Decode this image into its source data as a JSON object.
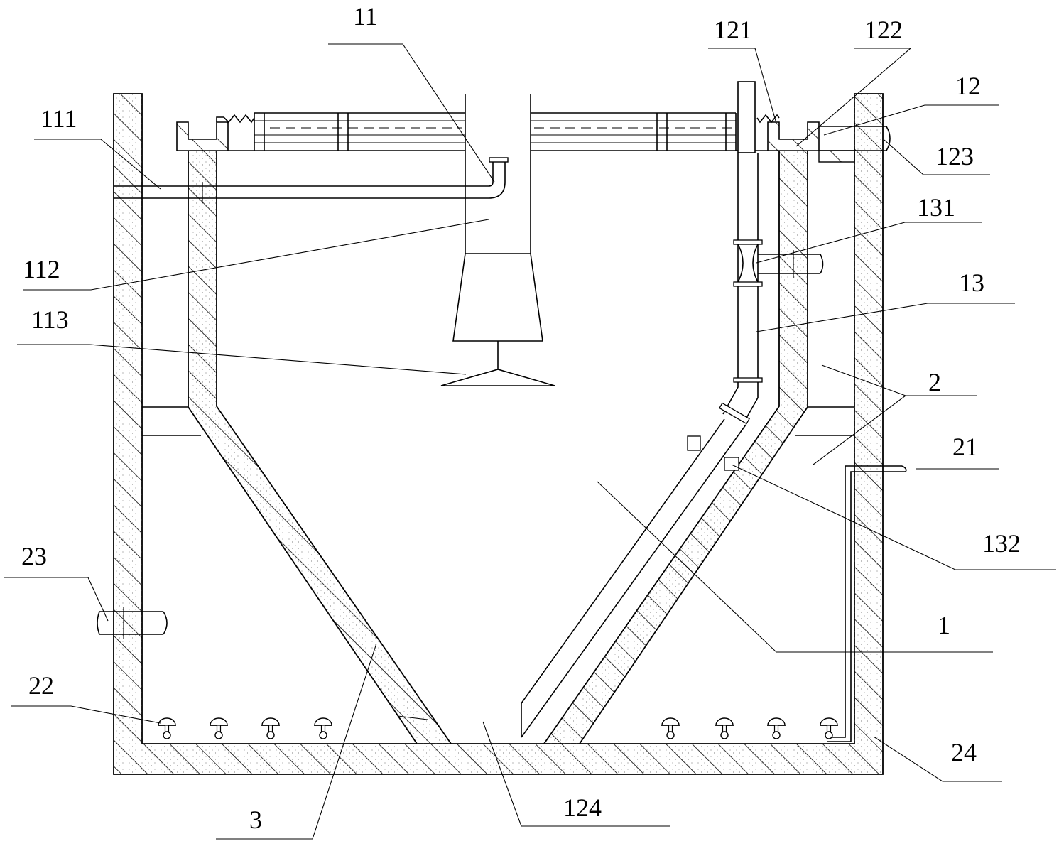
{
  "labels": {
    "l11": "11",
    "l121": "121",
    "l122": "122",
    "l12": "12",
    "l111": "111",
    "l123": "123",
    "l131": "131",
    "l112": "112",
    "l13": "13",
    "l113": "113",
    "l2": "2",
    "l21": "21",
    "l132": "132",
    "l1": "1",
    "l23": "23",
    "l22": "22",
    "l24": "24",
    "l3": "3",
    "l124": "124"
  },
  "colors": {
    "line": "#000000",
    "background": "#ffffff"
  }
}
